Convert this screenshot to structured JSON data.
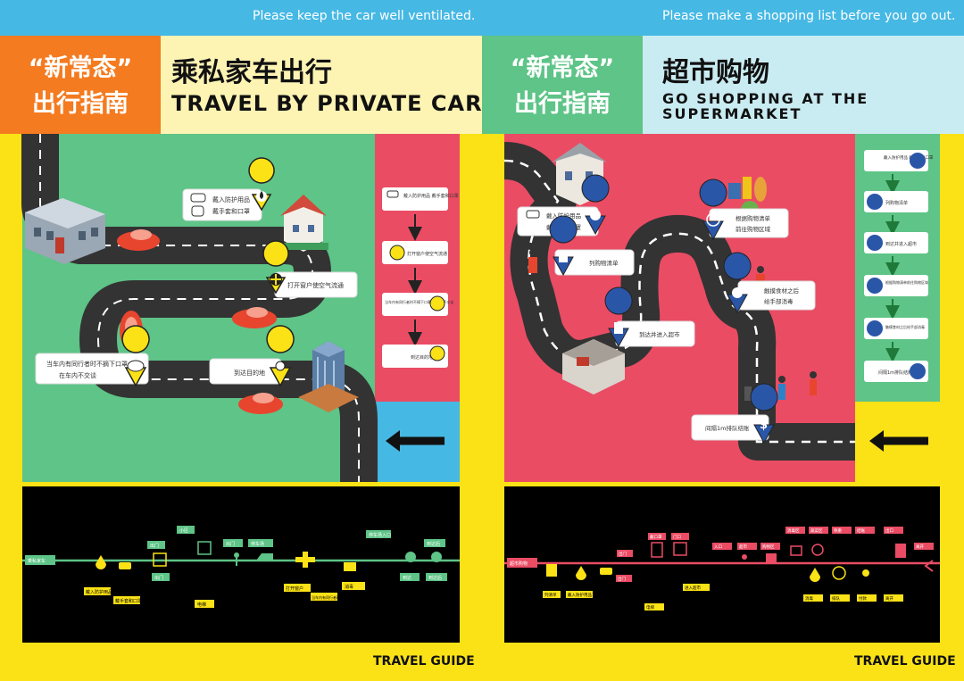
{
  "top_notes": {
    "left": "Please keep the car well ventilated.",
    "right": "Please make a shopping list before you go out."
  },
  "left_panel": {
    "badge_line1": "“新常态”",
    "badge_line2": "出行指南",
    "title_zh": "乘私家车出行",
    "title_en": "TRAVEL BY PRIVATE CAR",
    "steps": [
      {
        "icon": "mask-icon",
        "line1": "戴入防护用品",
        "line2": "戴手套和口罩"
      },
      {
        "icon": "fan-icon",
        "line1": "打开窗户使空气流通",
        "line2": ""
      },
      {
        "icon": "talk-icon",
        "line1": "当车内有同行者时不摘下口罩",
        "line2": "在车内不交谈"
      },
      {
        "icon": "location-icon",
        "line1": "到达目的地",
        "line2": ""
      }
    ],
    "side_checklist": [
      {
        "text": "戴入防护用品 戴手套和口罩"
      },
      {
        "text": "打开窗户使空气流通"
      },
      {
        "text": "当车内有同行者时不摘下口罩 在车内不交谈"
      },
      {
        "text": "到达目的地"
      }
    ],
    "timeline": {
      "start_label": "乘私家车",
      "top_labels": [
        "出门",
        "小区",
        "出门",
        "停车场",
        "停车场入口",
        "到达后"
      ],
      "bottom_labels": [
        "戴入防护用品",
        "戴手套和口罩",
        "出门",
        "电梯",
        "打开窗户",
        "当车内有同行者时",
        "消毒",
        "到达",
        "到达后"
      ]
    },
    "footer": "TRAVEL GUIDE"
  },
  "right_panel": {
    "badge_line1": "“新常态”",
    "badge_line2": "出行指南",
    "title_zh": "超市购物",
    "title_en": "GO SHOPPING AT THE SUPERMARKET",
    "steps": [
      {
        "icon": "mask-icon",
        "line1": "戴入防护用品",
        "line2": "戴手套和口罩"
      },
      {
        "icon": "list-icon",
        "line1": "列购物清单",
        "line2": ""
      },
      {
        "icon": "target-icon",
        "line1": "根据购物清单",
        "line2": "前往购物区域"
      },
      {
        "icon": "drop-icon",
        "line1": "触摸食材之后",
        "line2": "给手部消毒"
      },
      {
        "icon": "receipt-icon",
        "line1": "到达并进入超市",
        "line2": ""
      },
      {
        "icon": "dollar-icon",
        "line1": "间隔1m排队结账",
        "line2": ""
      }
    ],
    "side_checklist": [
      {
        "text": "戴入防护用品 戴手套和口罩"
      },
      {
        "text": "列购物清单"
      },
      {
        "text": "到达并进入超市"
      },
      {
        "text": "根据购物清单前往购物区域"
      },
      {
        "text": "触摸食材之后给手部消毒"
      },
      {
        "text": "间隔1m排队结账"
      }
    ],
    "timeline": {
      "start_label": "超市购物",
      "top_labels": [
        "出门",
        "戴口罩",
        "门口",
        "入口",
        "超市",
        "购物区",
        "消毒区",
        "蔬菜区",
        "称重",
        "结账",
        "出口",
        "离开"
      ],
      "bottom_labels": [
        "列清单",
        "戴入防护用品",
        "出门",
        "电梯",
        "进入超市",
        "消毒",
        "排队",
        "付款",
        "离开"
      ]
    },
    "footer": "TRAVEL GUIDE"
  },
  "colors": {
    "yellow": "#fbe216",
    "blue": "#46b8e4",
    "orange": "#f47b20",
    "green": "#5ec487",
    "pink": "#ea4c64",
    "road": "#333333",
    "black": "#000000"
  }
}
